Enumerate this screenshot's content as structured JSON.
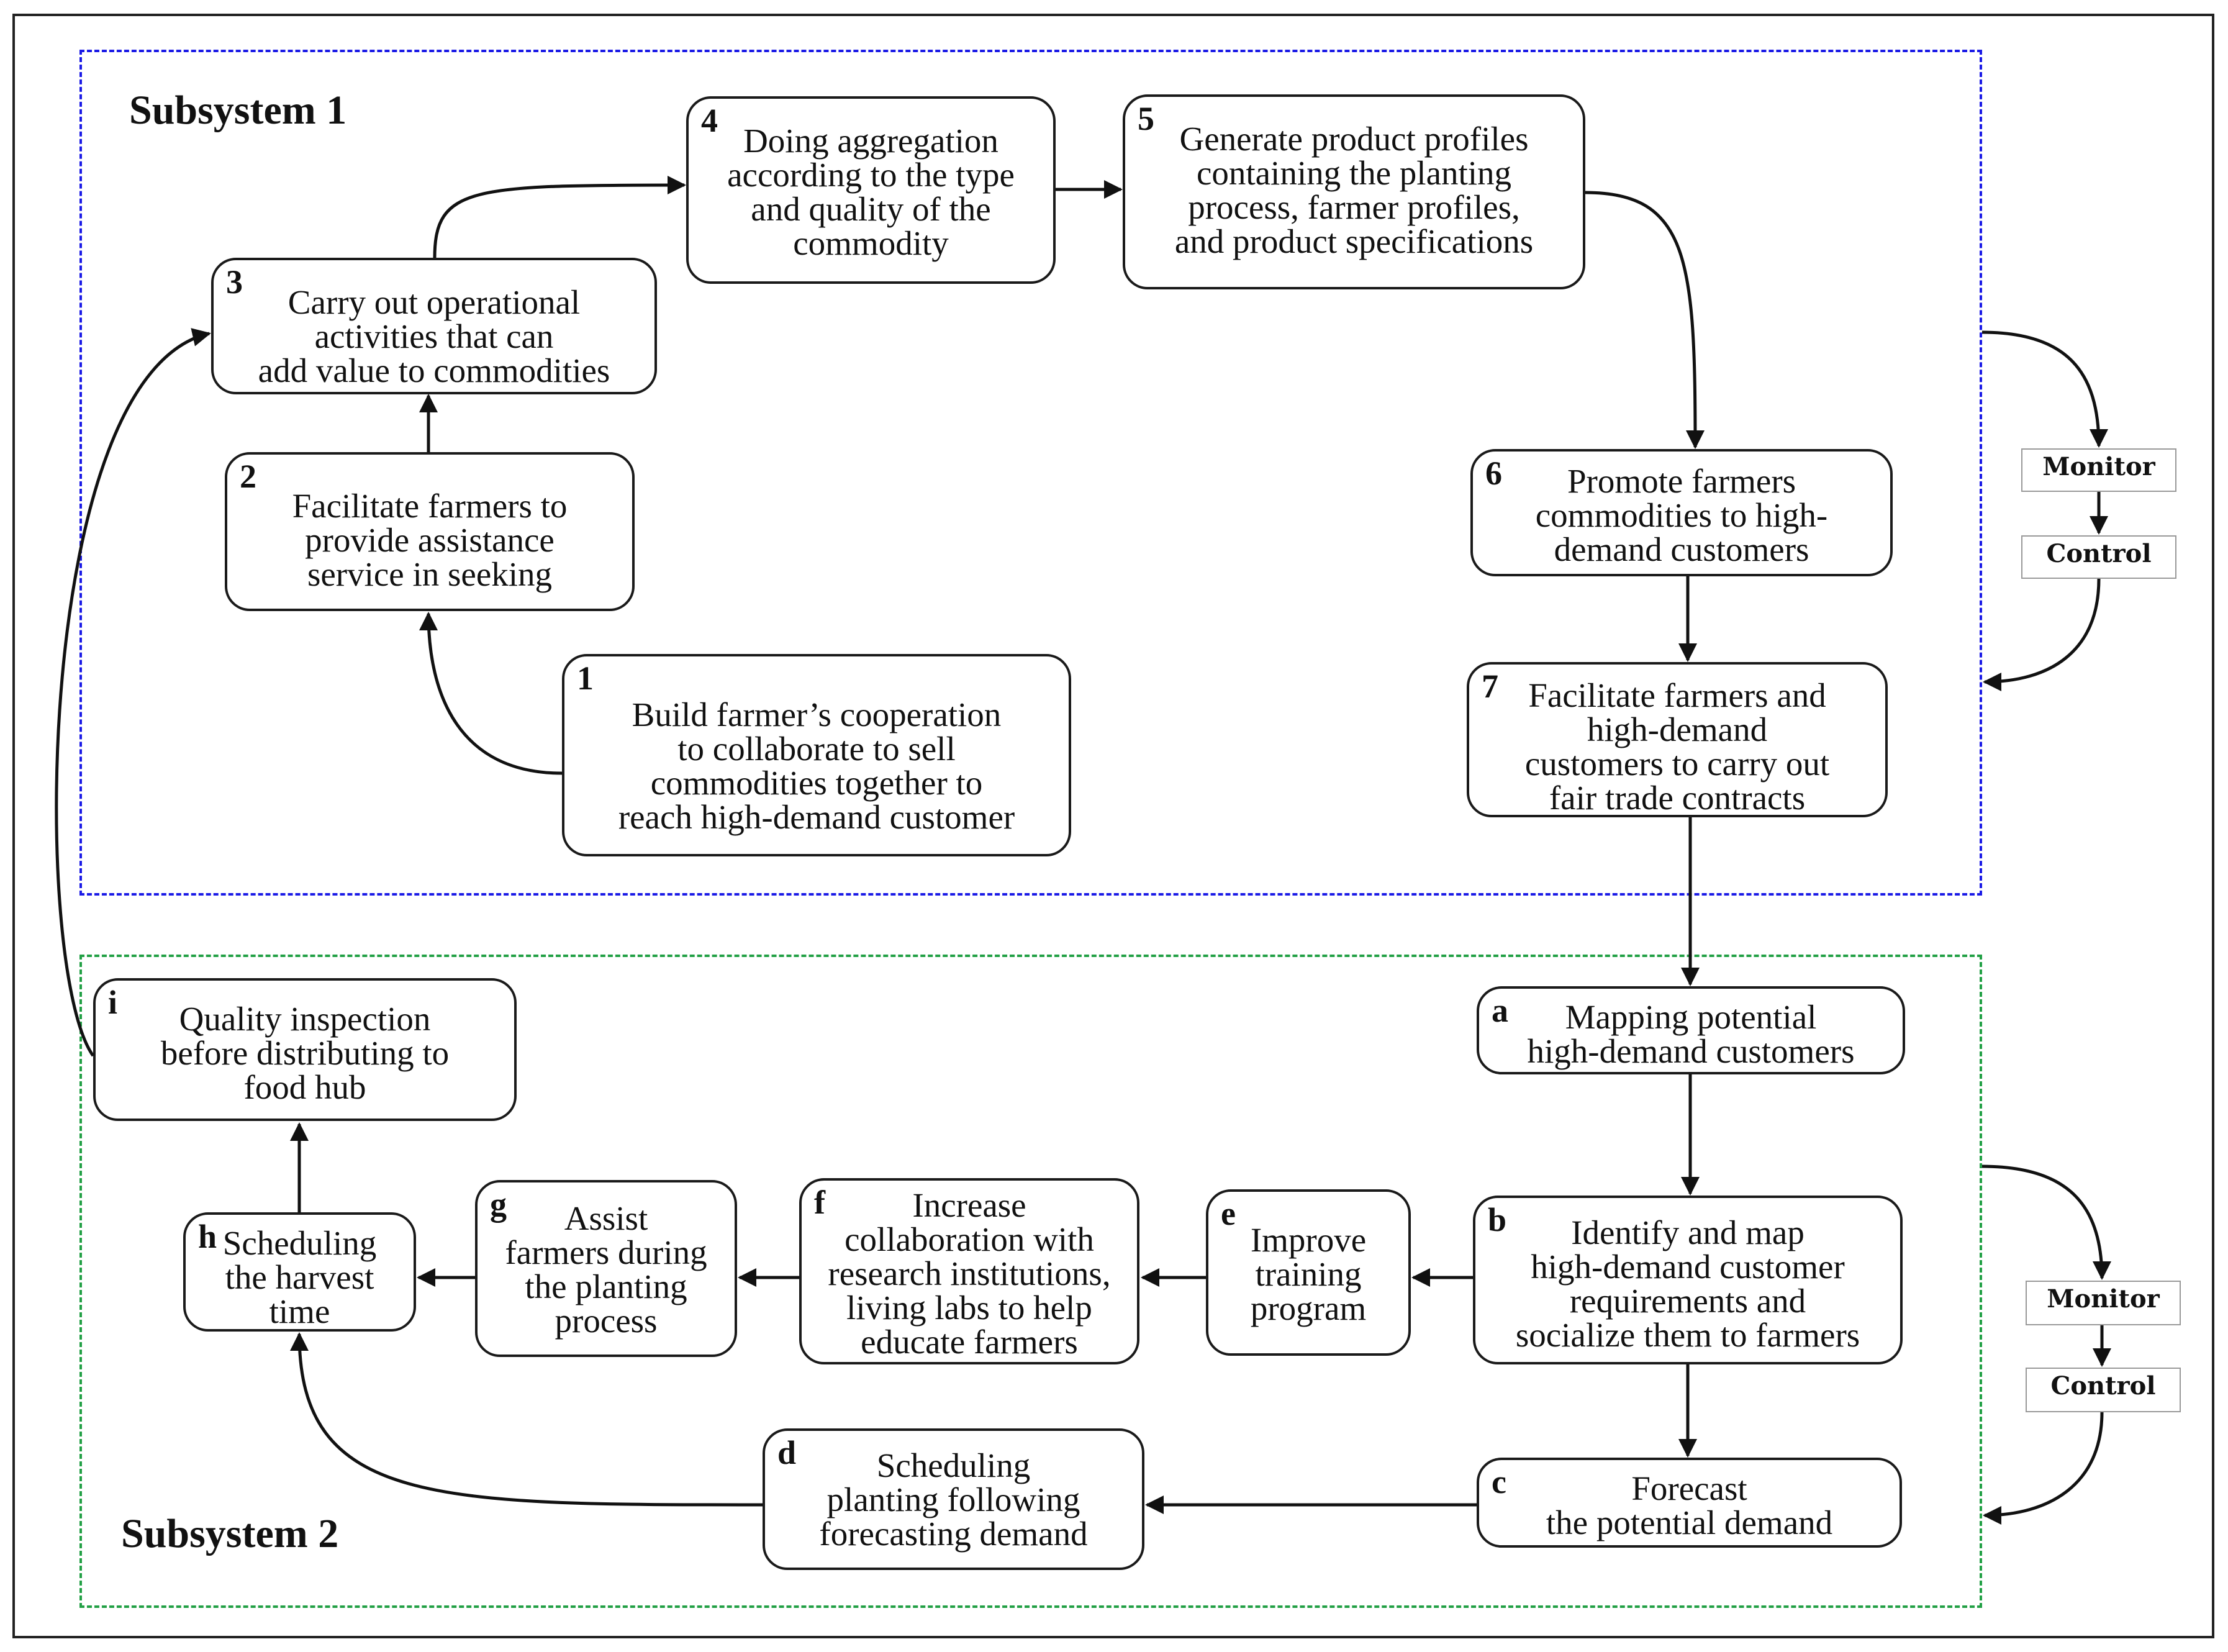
{
  "subsystems": {
    "s1": {
      "title": "Subsystem 1"
    },
    "s2": {
      "title": "Subsystem 2"
    }
  },
  "nodes": {
    "n1": {
      "index": "1",
      "text": "Build farmer’s cooperation\nto collaborate to sell\ncommodities together to\nreach high-demand customer"
    },
    "n2": {
      "index": "2",
      "text": "Facilitate farmers to\nprovide assistance\nservice in seeking"
    },
    "n3": {
      "index": "3",
      "text": "Carry out operational\nactivities that can\nadd value to commodities"
    },
    "n4": {
      "index": "4",
      "text": "Doing aggregation\naccording to the type\nand quality of the\ncommodity"
    },
    "n5": {
      "index": "5",
      "text": "Generate product profiles\ncontaining the planting\nprocess, farmer profiles,\nand product specifications"
    },
    "n6": {
      "index": "6",
      "text": "Promote farmers\ncommodities to high-\ndemand customers"
    },
    "n7": {
      "index": "7",
      "text": "Facilitate farmers and\nhigh-demand\ncustomers to carry out\nfair trade contracts"
    },
    "na": {
      "index": "a",
      "text": "Mapping potential\nhigh-demand customers"
    },
    "nb": {
      "index": "b",
      "text": "Identify and map\nhigh-demand customer\nrequirements and\nsocialize them to farmers"
    },
    "nc": {
      "index": "c",
      "text": "Forecast\nthe potential demand"
    },
    "nd": {
      "index": "d",
      "text": "Scheduling\nplanting following\nforecasting demand"
    },
    "ne": {
      "index": "e",
      "text": "Improve\ntraining\nprogram"
    },
    "nf": {
      "index": "f",
      "text": "Increase\ncollaboration with\nresearch institutions,\nliving labs to help\neducate farmers"
    },
    "ng": {
      "index": "g",
      "text": "Assist\nfarmers during\nthe planting\nprocess"
    },
    "nh": {
      "index": "h",
      "text": "Scheduling\nthe harvest\ntime"
    },
    "ni": {
      "index": "i",
      "text": "Quality inspection\nbefore distributing to\nfood hub"
    }
  },
  "controls": {
    "monitor_label": "Monitor",
    "control_label": "Control"
  },
  "style": {
    "subsystem1_border": "#1a1ae6",
    "subsystem2_border": "#22a045",
    "line_color": "#111111"
  }
}
